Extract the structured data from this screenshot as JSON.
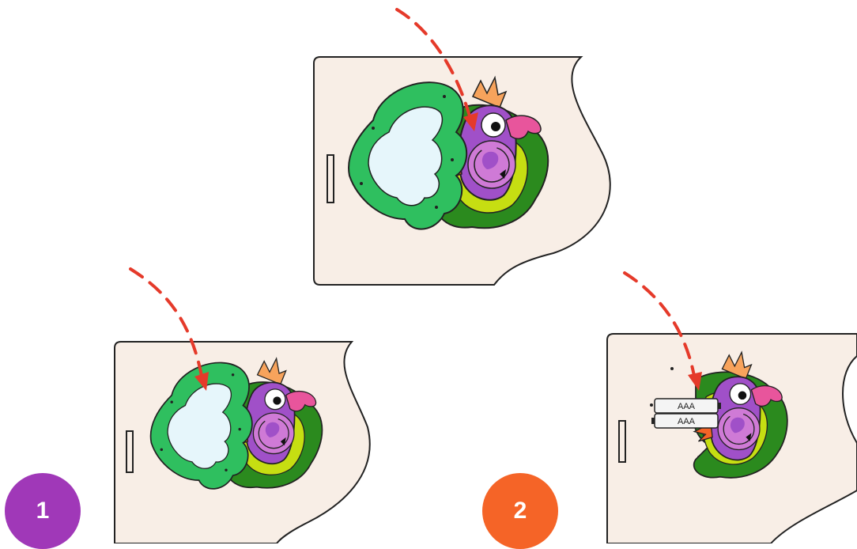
{
  "steps": [
    {
      "number": "1",
      "color": "#a038b8"
    },
    {
      "number": "2",
      "color": "#f56427"
    }
  ],
  "battery_labels": [
    "AAA",
    "AAA"
  ],
  "colors": {
    "board": "#f8eee6",
    "outline": "#222222",
    "arrow": "#e53a2a",
    "leaf_dark": "#2b8a1e",
    "leaf_light": "#c6de12",
    "wing_green": "#2fbf5f",
    "wing_inner": "#e6f6fb",
    "parrot_body": "#a050c8",
    "parrot_belly": "#cf7ad6",
    "beak": "#e8559c",
    "crest": "#f7a35c",
    "foot": "#f56427",
    "eye": "#ffffff"
  },
  "icons": [
    "dashed-arrow-icon",
    "rotate-arrow-icon",
    "battery-icon",
    "slot-icon"
  ]
}
